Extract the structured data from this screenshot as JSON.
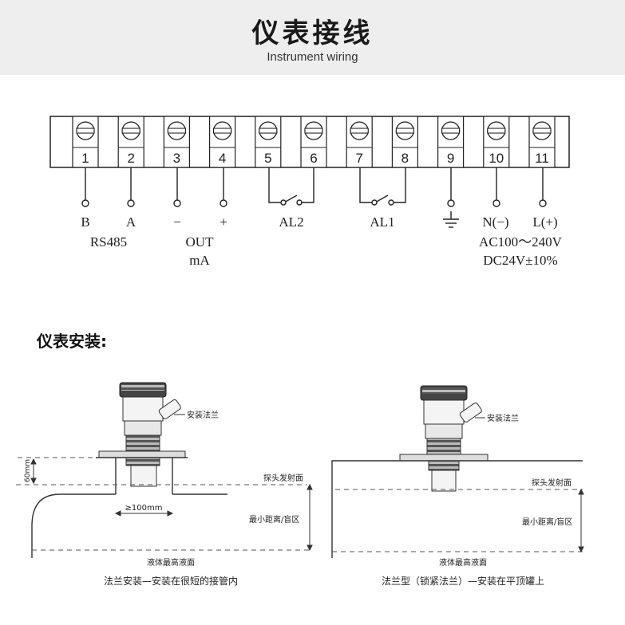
{
  "header": {
    "title_cn": "仪表接线",
    "title_en": "Instrument wiring"
  },
  "wiring": {
    "terminals": [
      "1",
      "2",
      "3",
      "4",
      "5",
      "6",
      "7",
      "8",
      "9",
      "10",
      "11"
    ],
    "labels": {
      "b": "B",
      "a": "A",
      "minus": "−",
      "plus": "+",
      "al2": "AL2",
      "al1": "AL1",
      "n": "N(−)",
      "l": "L(+)",
      "rs485": "RS485",
      "out": "OUT",
      "ma": "mA",
      "ac": "AC100～240V",
      "dc": "DC24V±10%"
    }
  },
  "install": {
    "section_title": "仪表安装:",
    "left": {
      "flange_label": "安装法兰",
      "probe_label": "探头发射面",
      "dim_60": "60mm",
      "dim_100": "≥100mm",
      "blind_label": "最小距离/盲区",
      "max_level_label": "液体最高液面",
      "caption": "法兰安装—安装在很短的接管内"
    },
    "right": {
      "flange_label": "安装法兰",
      "probe_label": "探头发射面",
      "blind_label": "最小距离/盲区",
      "max_level_label": "液体最高液面",
      "caption": "法兰型（锁紧法兰）—安装在平顶罐上"
    }
  }
}
